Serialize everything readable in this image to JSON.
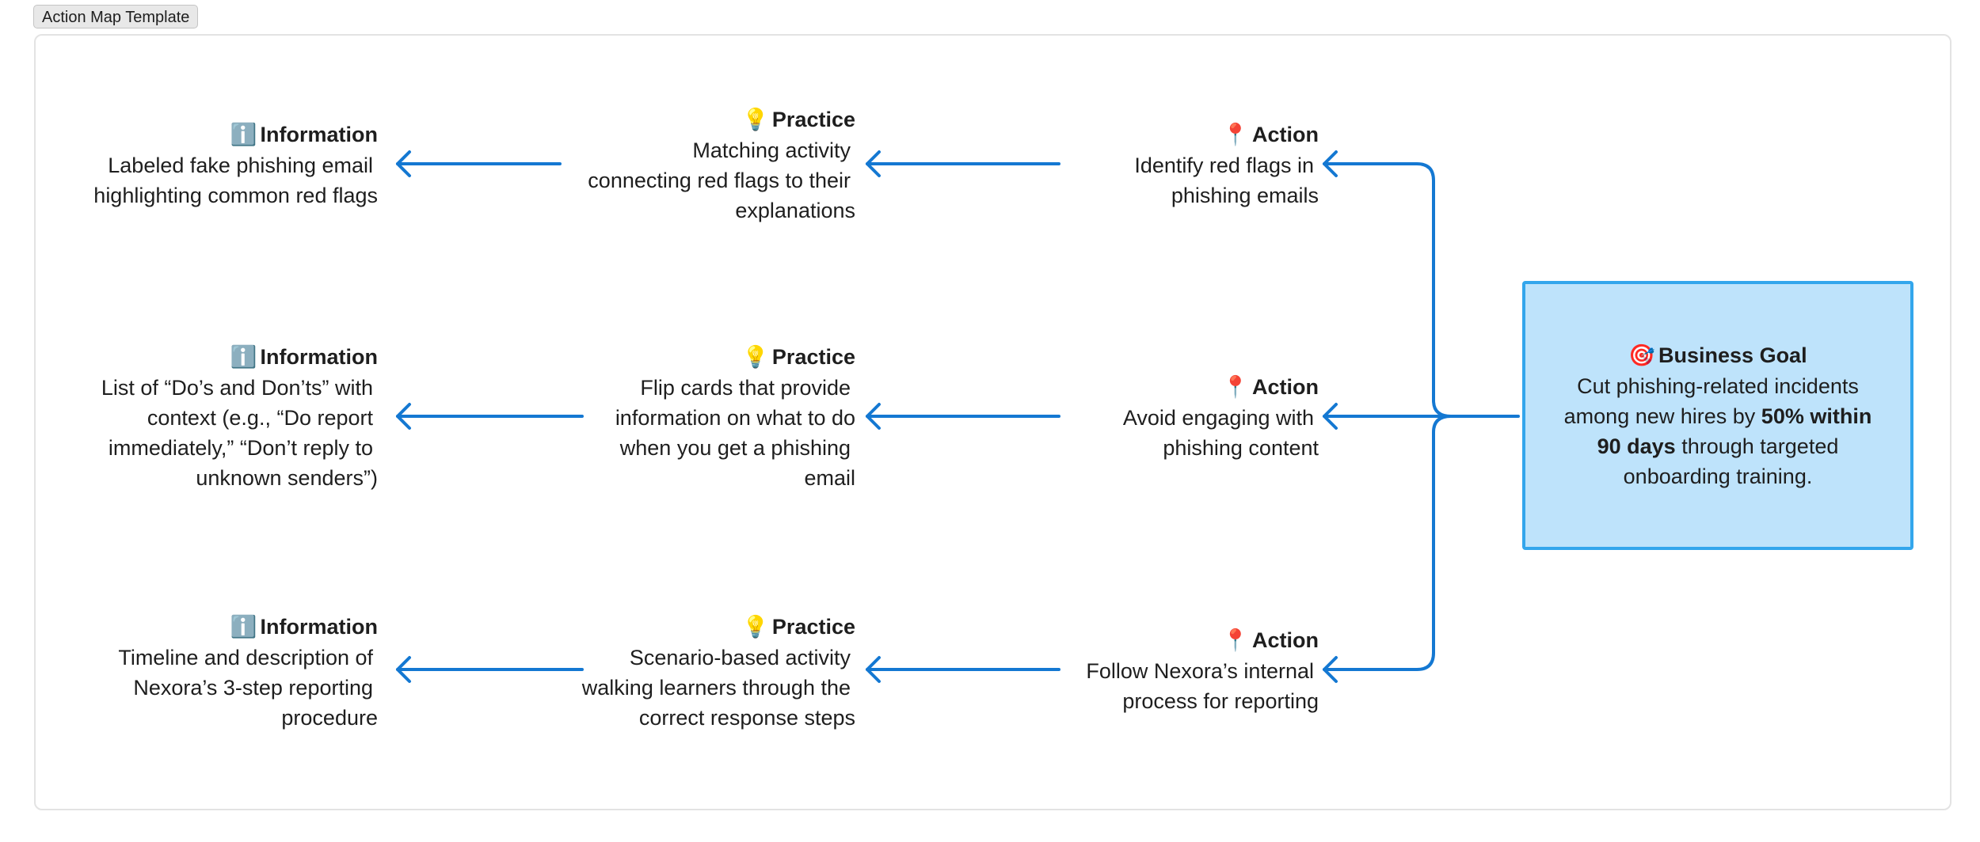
{
  "template_label": "Action Map Template",
  "colors": {
    "connector": "#1478d2",
    "goal_fill": "#bee3fb",
    "goal_border": "#33a6ec"
  },
  "goal": {
    "icon": "target-icon",
    "glyph": "🎯",
    "title": "Business Goal",
    "text_before": "Cut phishing-related incidents among new hires by ",
    "text_bold": "50% within 90 days",
    "text_after": " through targeted onboarding training."
  },
  "rows": [
    {
      "action": {
        "icon": "pin-icon",
        "glyph": "📍",
        "title": "Action",
        "lines": [
          "Identify red flags in",
          "phishing emails"
        ]
      },
      "practice": {
        "icon": "lightbulb-icon",
        "glyph": "💡",
        "title": "Practice",
        "lines": [
          "Matching activity",
          "connecting red flags to their",
          "explanations"
        ]
      },
      "information": {
        "icon": "info-icon",
        "glyph": "ℹ️",
        "title": "Information",
        "lines": [
          "Labeled fake phishing email",
          "highlighting common red flags"
        ]
      }
    },
    {
      "action": {
        "icon": "pin-icon",
        "glyph": "📍",
        "title": "Action",
        "lines": [
          "Avoid engaging with",
          "phishing content"
        ]
      },
      "practice": {
        "icon": "lightbulb-icon",
        "glyph": "💡",
        "title": "Practice",
        "lines": [
          "Flip cards that provide",
          "information on what to do",
          "when you get a phishing",
          "email"
        ]
      },
      "information": {
        "icon": "info-icon",
        "glyph": "ℹ️",
        "title": "Information",
        "lines": [
          "List of “Do’s and Don’ts” with",
          "context (e.g., “Do report",
          "immediately,” “Don’t reply to",
          "unknown senders”)"
        ]
      }
    },
    {
      "action": {
        "icon": "pin-icon",
        "glyph": "📍",
        "title": "Action",
        "lines": [
          "Follow Nexora’s internal",
          "process for reporting"
        ]
      },
      "practice": {
        "icon": "lightbulb-icon",
        "glyph": "💡",
        "title": "Practice",
        "lines": [
          "Scenario-based activity",
          "walking learners through the",
          "correct response steps"
        ]
      },
      "information": {
        "icon": "info-icon",
        "glyph": "ℹ️",
        "title": "Information",
        "lines": [
          "Timeline and description of",
          "Nexora’s 3-step reporting",
          "procedure"
        ]
      }
    }
  ]
}
